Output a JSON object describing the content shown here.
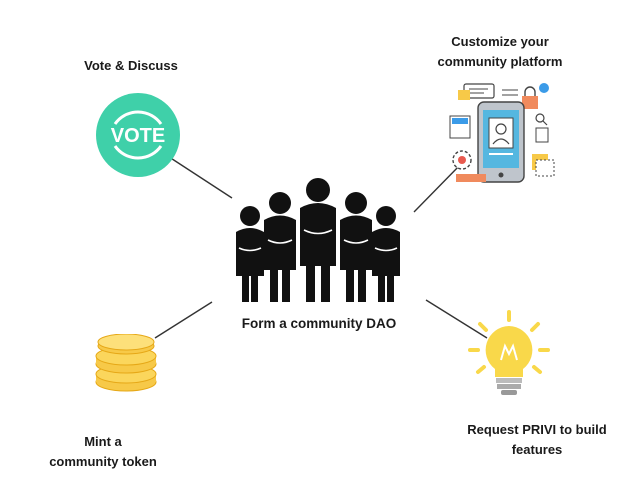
{
  "nodes": {
    "center": {
      "label": "Form a community DAO"
    },
    "vote": {
      "label": "Vote & Discuss",
      "badge_text": "VOTE",
      "badge_color": "#3fd0a9"
    },
    "customize": {
      "label_line1": "Customize your",
      "label_line2": "community platform"
    },
    "token": {
      "label_line1": "Mint a",
      "label_line2": "community token",
      "coin_color": "#f7c948"
    },
    "request": {
      "label_line1": "Request PRIVI to build",
      "label_line2": "features",
      "bulb_color": "#f9d84a"
    }
  },
  "icons": {
    "center": "community-group-icon",
    "vote": "vote-badge-icon",
    "customize": "app-customization-icon",
    "token": "coin-stack-icon",
    "request": "lightbulb-icon"
  }
}
